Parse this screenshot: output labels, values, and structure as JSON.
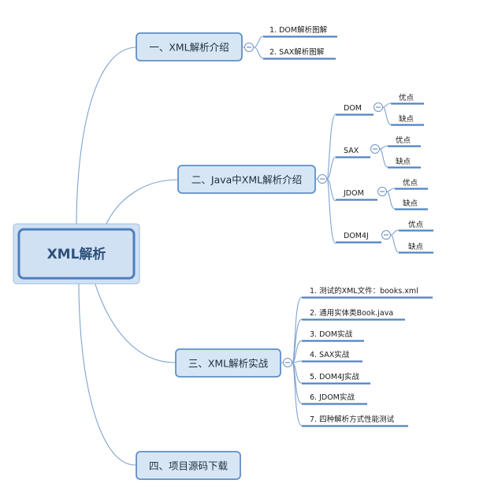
{
  "root": {
    "label": "XML解析"
  },
  "branches": [
    {
      "label": "一、XML解析介绍",
      "children": [
        {
          "label": "1. DOM解析图解"
        },
        {
          "label": "2. SAX解析图解"
        }
      ]
    },
    {
      "label": "二、Java中XML解析介绍",
      "children": [
        {
          "label": "DOM",
          "children": [
            {
              "label": "优点"
            },
            {
              "label": "缺点"
            }
          ]
        },
        {
          "label": "SAX",
          "children": [
            {
              "label": "优点"
            },
            {
              "label": "缺点"
            }
          ]
        },
        {
          "label": "JDOM",
          "children": [
            {
              "label": "优点"
            },
            {
              "label": "缺点"
            }
          ]
        },
        {
          "label": "DOM4J",
          "children": [
            {
              "label": "优点"
            },
            {
              "label": "缺点"
            }
          ]
        }
      ]
    },
    {
      "label": "三、XML解析实战",
      "children": [
        {
          "label": "1. 测试的XML文件：books.xml"
        },
        {
          "label": "2. 通用实体类Book.java"
        },
        {
          "label": "3. DOM实战"
        },
        {
          "label": "4. SAX实战"
        },
        {
          "label": "5. DOM4J实战"
        },
        {
          "label": "6. JDOM实战"
        },
        {
          "label": "7. 四种解析方式性能测试"
        }
      ]
    },
    {
      "label": "四、项目源码下载",
      "children": []
    }
  ],
  "colors": {
    "box_fill": "#d7e6f5",
    "box_stroke": "#5f8fc8",
    "root_outer": "#cfe1f3",
    "connector": "#7ea3cf",
    "leaf_underline": "#4f82c4"
  }
}
